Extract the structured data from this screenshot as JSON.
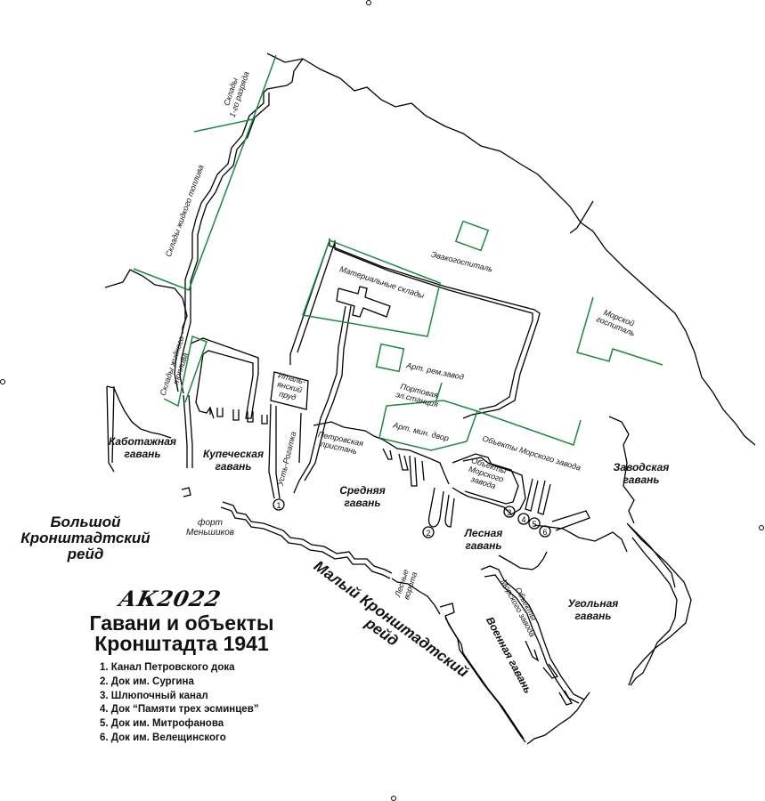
{
  "colors": {
    "green": "#1a8a3a",
    "line": "#000000"
  },
  "map": {
    "author_mark": "АК2022",
    "title_line1": "Гавани и объекты",
    "title_line2": "Кронштадта 1941",
    "roads": {
      "big_road": [
        "Большой",
        "Кронштадтский",
        "рейд"
      ],
      "small_road": [
        "Малый Кронштадтский",
        "рейд"
      ]
    },
    "harbors": {
      "kabotazhnaya": [
        "Каботажная",
        "гавань"
      ],
      "kupecheskaya": [
        "Купеческая",
        "гавань"
      ],
      "srednyaya": [
        "Средняя",
        "гавань"
      ],
      "lesnaya": [
        "Лесная",
        "гавань"
      ],
      "zavodskaya": [
        "Заводская",
        "гавань"
      ],
      "ugolnaya": [
        "Угольная",
        "гавань"
      ],
      "voennaya": "Военная гавань"
    },
    "objects": {
      "sklady_1": [
        "Склады",
        "1-го разряда"
      ],
      "sklady_toplivo_1": "Склады жидкого топлива",
      "sklady_toplivo_2": [
        "Склады жидкого",
        "топлива"
      ],
      "evakogospital": "Эвакогоспиталь",
      "materialnye_sklady": "Материальные склады",
      "morskoy_gospital": [
        "Морской",
        "госпиталь"
      ],
      "art_rem_zavod": "Арт. рем.завод",
      "italyansky_prud": [
        "Италь-",
        "янский",
        "пруд"
      ],
      "portovaya_elstanciya": [
        "Портовая",
        "эл.станция"
      ],
      "art_min_dvor": "Арт. мин. двор",
      "obekty_mz_1": "Объекты Морского завода",
      "obekty_mz_2": [
        "Объекты",
        "Морского",
        "завода"
      ],
      "obekty_mz_3": [
        "Объекты",
        "Морского завода"
      ],
      "petrovskaya_pristan": [
        "Петровская",
        "пристань"
      ],
      "ust_rogatka": "Усть-Рогатка",
      "fort_menshikov": [
        "форт",
        "Меньшиков"
      ],
      "lesnye_vorota": [
        "Лесные",
        "ворота"
      ]
    },
    "docks": [
      "1",
      "2",
      "3",
      "4",
      "5",
      "6"
    ]
  },
  "legend": [
    "1. Канал Петровского дока",
    "2. Док им. Сургина",
    "3. Шлюпочный канал",
    "4. Док “Памяти трех эсминцев”",
    "5. Док им. Митрофанова",
    "6. Док им. Велещинского"
  ]
}
